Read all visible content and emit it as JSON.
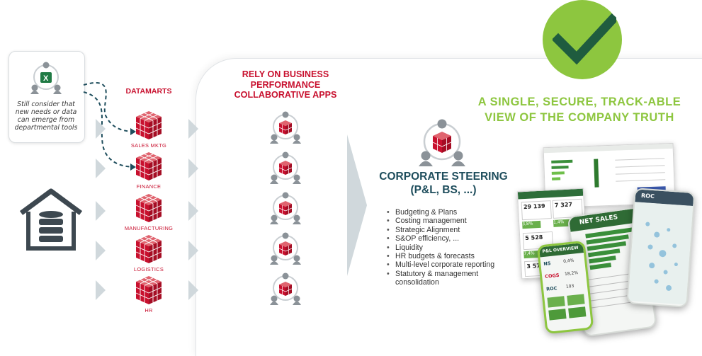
{
  "note": {
    "text": "Still consider that new needs or data can emerge from departmental tools",
    "icon": "excel-team-icon"
  },
  "datamarts": {
    "title": "DATAMARTS",
    "items": [
      "SALES MKTG",
      "FINANCE",
      "MANUFACTURING",
      "LOGISTICS",
      "HR"
    ]
  },
  "apps": {
    "title_lines": [
      "RELY ON BUSINESS",
      "PERFORMANCE",
      "COLLABORATIVE APPS"
    ]
  },
  "steering": {
    "title_lines": [
      "CORPORATE STEERING",
      "(P&L, BS, ...)"
    ],
    "bullets": [
      "Budgeting & Plans",
      "Costing management",
      "Strategic Alignment",
      "S&OP efficiency, ...",
      "Liquidity",
      "HR budgets & forecasts",
      "Multi-level corporate reporting",
      "Statutory & management consolidation"
    ]
  },
  "truth": {
    "title_lines": [
      "A SINGLE, SECURE, TRACK-ABLE",
      "VIEW OF THE COMPANY TRUTH"
    ]
  },
  "screens": {
    "tile_values": [
      "29 139",
      "7 327",
      "5 528",
      "3 573"
    ],
    "tile_pct": [
      "3,8%",
      "1,4%",
      "7,4%"
    ],
    "net_sales": "NET SALES",
    "overview": "P&L OVERVIEW",
    "overview_rows": [
      "NS",
      "COGS",
      "ROC"
    ],
    "overview_vals": [
      "0,4%",
      "18,2%",
      "103"
    ],
    "roc": "ROC"
  },
  "colors": {
    "red": "#c8102e",
    "green": "#8dc63f",
    "teal": "#1e4d5c",
    "slate": "#3d4850",
    "chevron": "#d0d8dc"
  }
}
